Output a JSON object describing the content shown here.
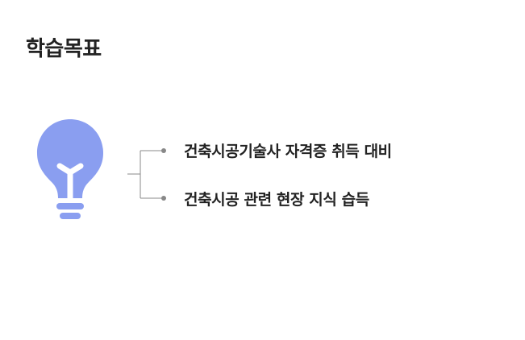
{
  "page": {
    "title": "학습목표"
  },
  "illustration": {
    "icon": "lightbulb-icon",
    "color": "#8a9ef0"
  },
  "objectives": [
    {
      "label": "건축시공기술사 자격증 취득 대비"
    },
    {
      "label": "건축시공 관련 현장 지식 습득"
    }
  ],
  "colors": {
    "text": "#222222",
    "connector": "#888888"
  }
}
